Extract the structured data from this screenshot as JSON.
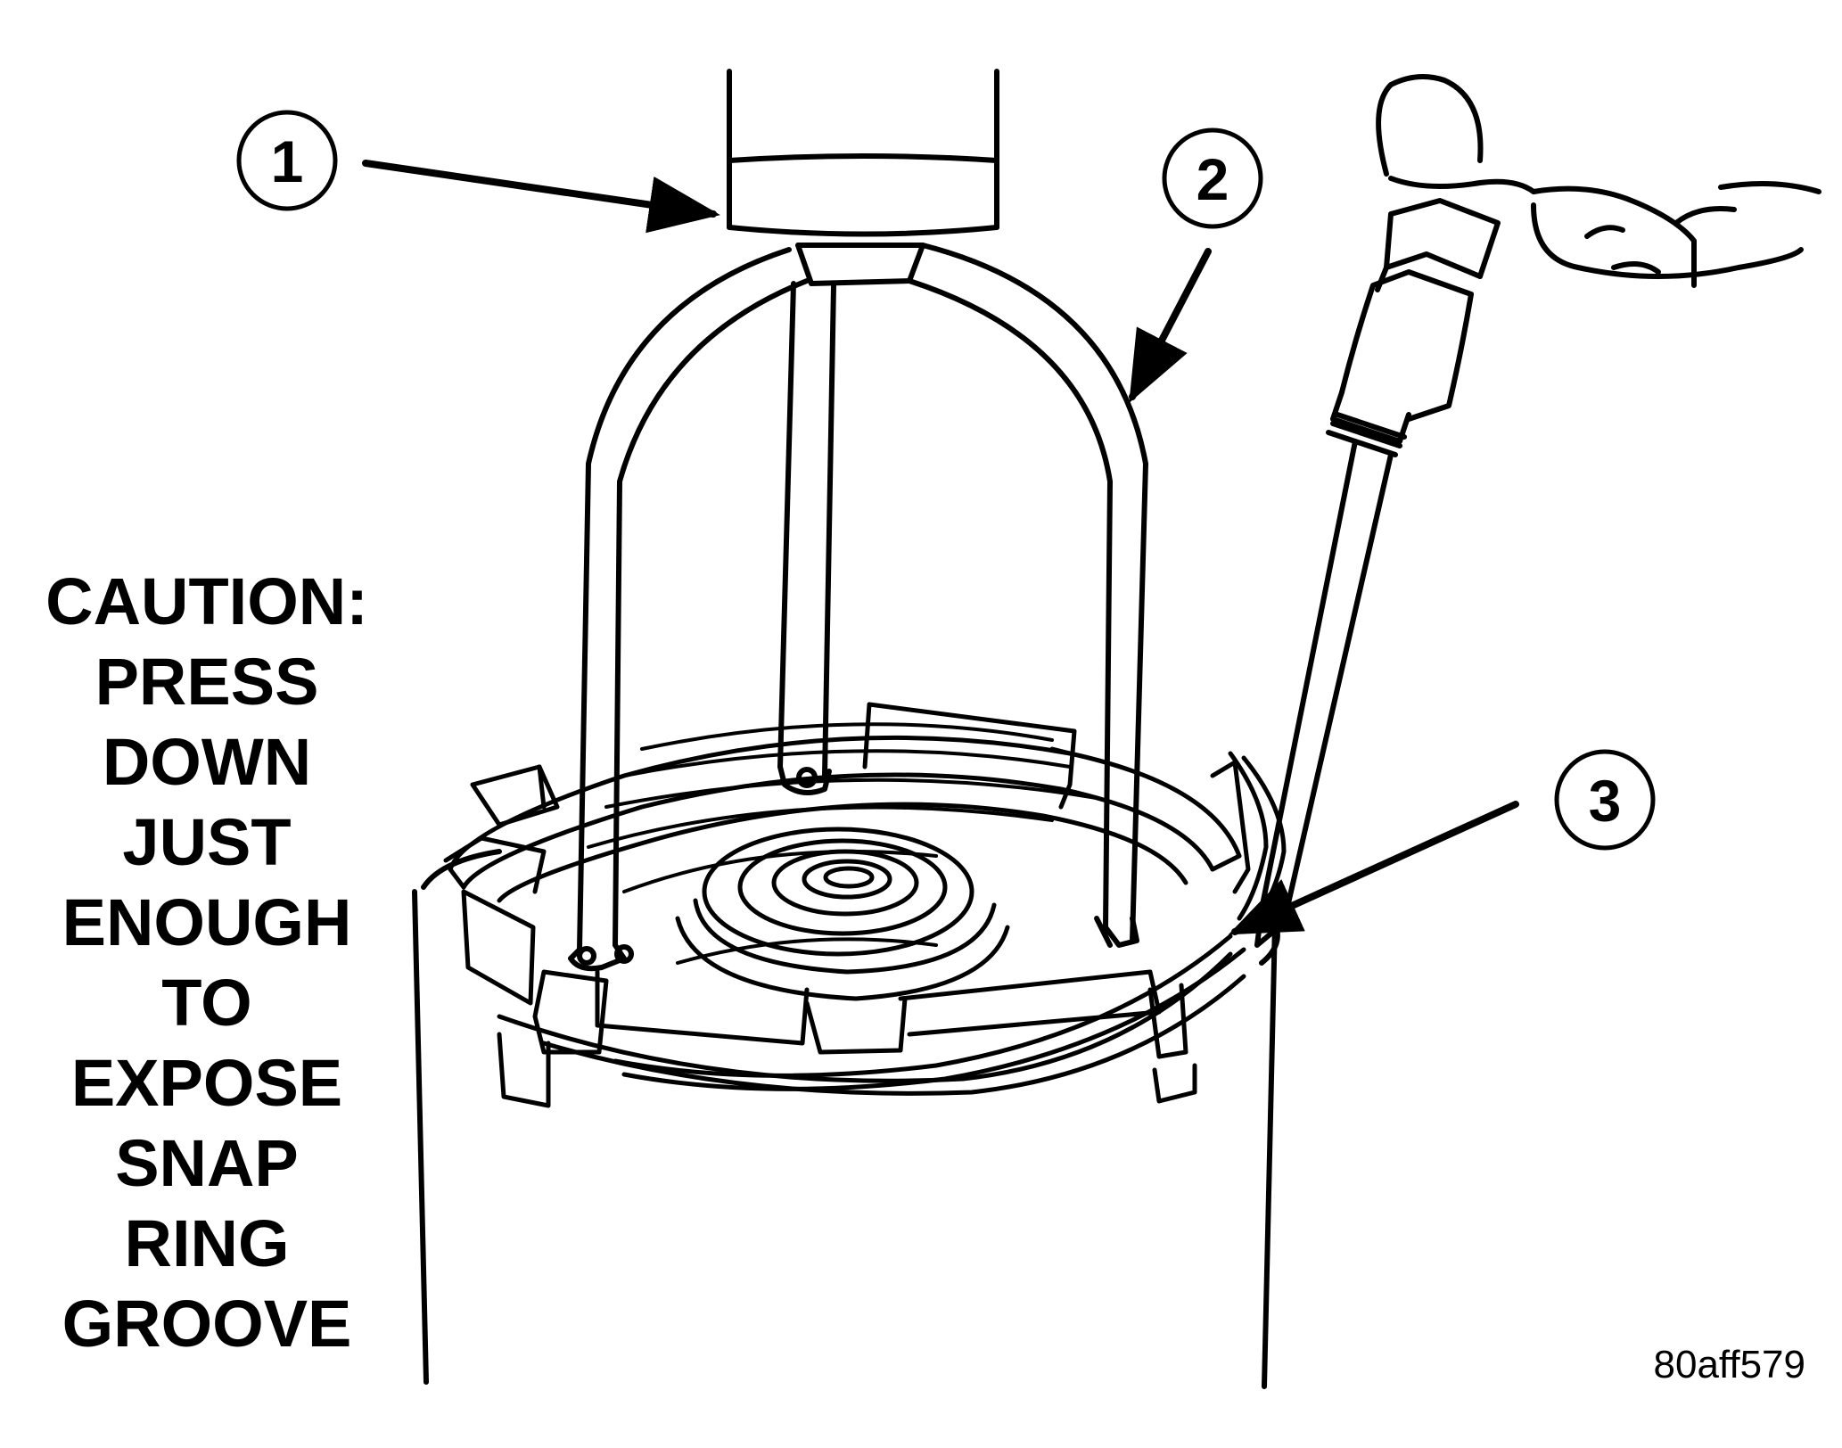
{
  "callouts": [
    {
      "number": "1"
    },
    {
      "number": "2"
    },
    {
      "number": "3"
    }
  ],
  "caution_lines": [
    "CAUTION:",
    "PRESS",
    "DOWN",
    "JUST",
    "ENOUGH",
    "TO",
    "EXPOSE",
    "SNAP",
    "RING",
    "GROOVE"
  ],
  "figure_id": "80aff579",
  "colors": {
    "ink": "#000000",
    "paper": "#ffffff"
  }
}
